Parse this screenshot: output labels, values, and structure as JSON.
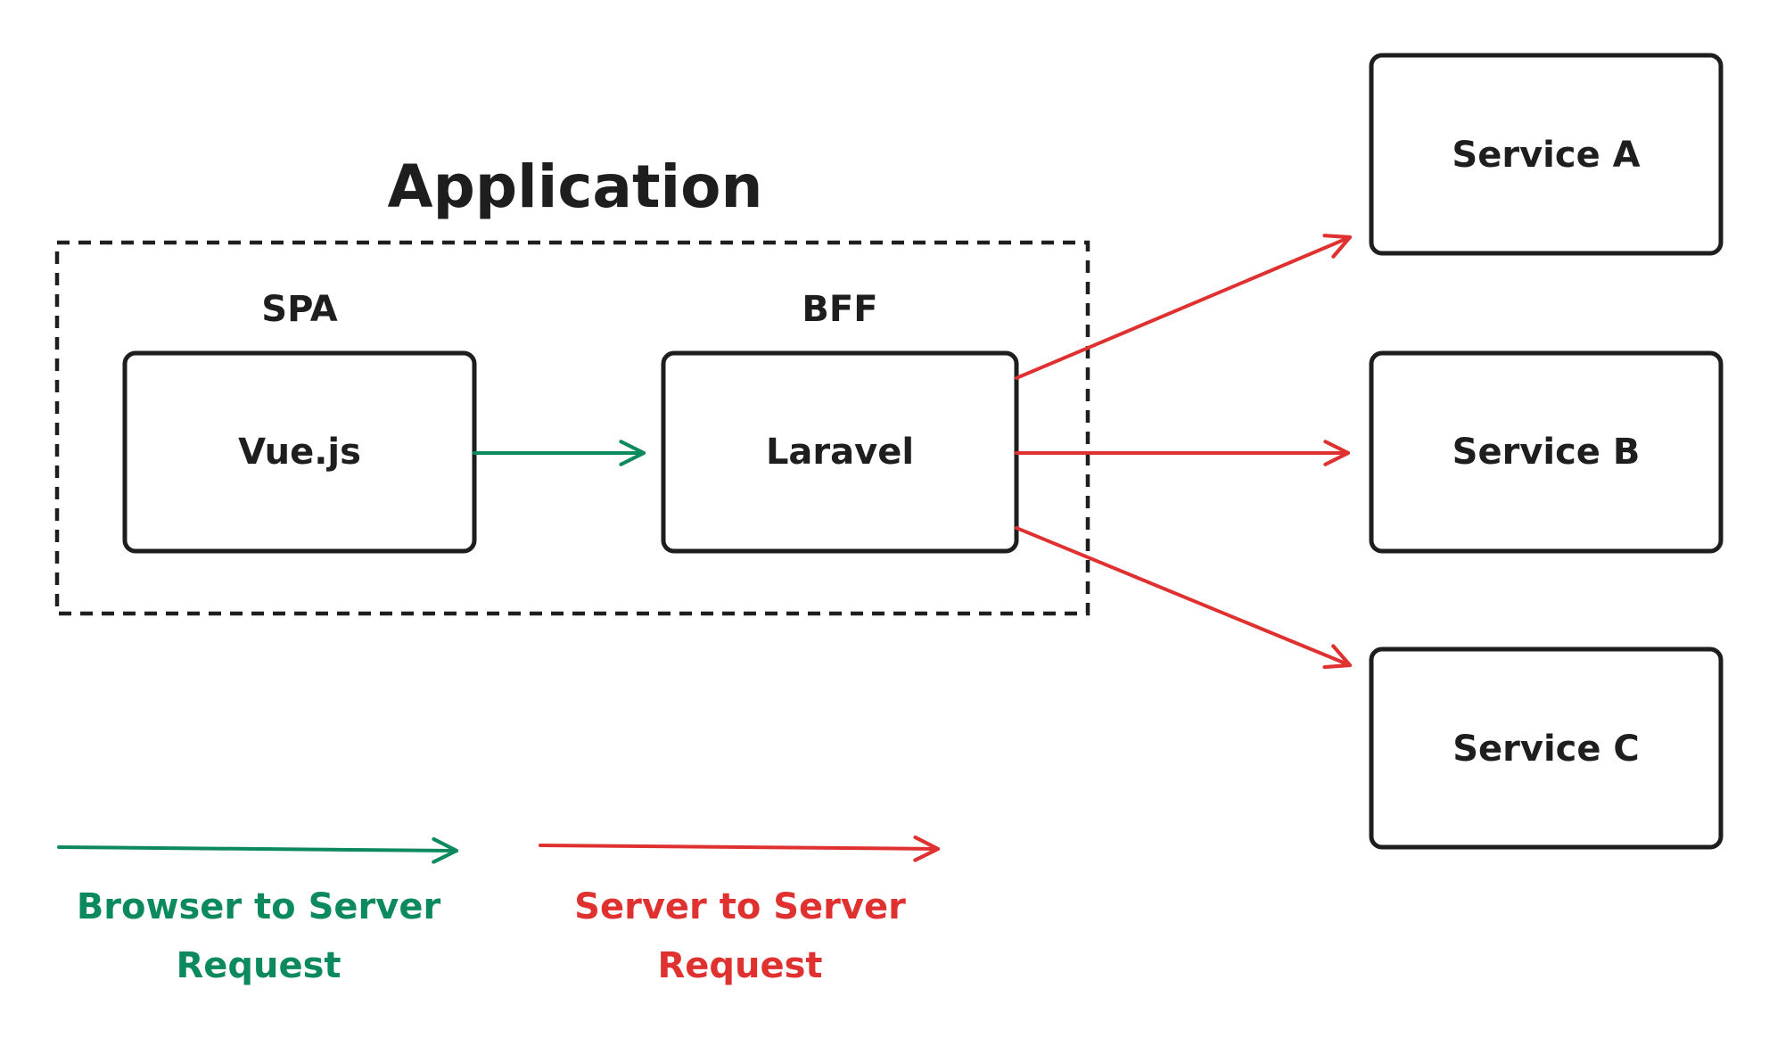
{
  "colors": {
    "ink": "#1e1e1e",
    "browser_to_server": "#0c8a5e",
    "server_to_server": "#e03131"
  },
  "group": {
    "title": "Application"
  },
  "nodes": {
    "spa": {
      "caption": "SPA",
      "label": "Vue.js"
    },
    "bff": {
      "caption": "BFF",
      "label": "Laravel"
    },
    "service_a": {
      "label": "Service A"
    },
    "service_b": {
      "label": "Service B"
    },
    "service_c": {
      "label": "Service C"
    }
  },
  "edges": [
    {
      "from": "spa",
      "to": "bff",
      "kind": "browser_to_server"
    },
    {
      "from": "bff",
      "to": "service_a",
      "kind": "server_to_server"
    },
    {
      "from": "bff",
      "to": "service_b",
      "kind": "server_to_server"
    },
    {
      "from": "bff",
      "to": "service_c",
      "kind": "server_to_server"
    }
  ],
  "legend": {
    "browser_to_server": {
      "line1": "Browser to Server",
      "line2": "Request"
    },
    "server_to_server": {
      "line1": "Server to Server",
      "line2": "Request"
    }
  }
}
